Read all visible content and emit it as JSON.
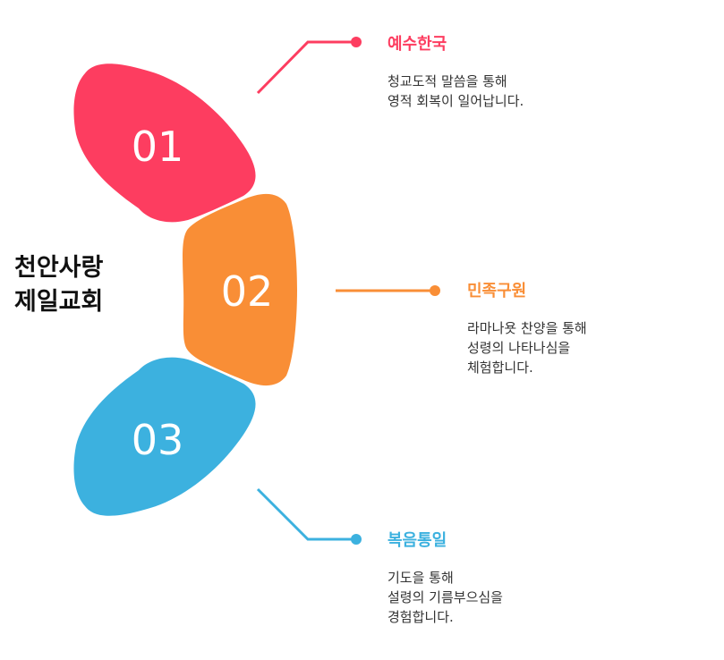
{
  "center_title": {
    "line1": "천안사랑",
    "line2": "제일교회"
  },
  "colors": {
    "red": "#fd3d60",
    "orange": "#f98e36",
    "blue": "#3cb1df",
    "heading_text": "#111111",
    "desc_text": "#333333"
  },
  "segments": [
    {
      "number": "01",
      "color": "#fd3d60",
      "heading": "예수한국",
      "desc": [
        "청교도적 말씀을 통해",
        "영적 회복이 일어납니다."
      ]
    },
    {
      "number": "02",
      "color": "#f98e36",
      "heading": "민족구원",
      "desc": [
        "라마나욧 찬양을 통해",
        "성령의 나타나심을",
        "체험합니다."
      ]
    },
    {
      "number": "03",
      "color": "#3cb1df",
      "heading": "복음통일",
      "desc": [
        "기도을 통해",
        "설령의 기름부으심을",
        "경험합니다."
      ]
    }
  ]
}
